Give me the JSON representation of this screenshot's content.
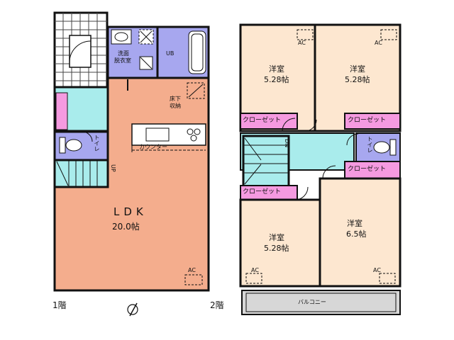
{
  "floor1": {
    "label": "1階",
    "ldk_name": "LDK",
    "ldk_size": "20.0帖",
    "washroom_label_line1": "洗面",
    "washroom_label_line2": "脱衣室",
    "bath_label": "UB",
    "storage_label_line1": "床下",
    "storage_label_line2": "収納",
    "counter_label": "カウンター",
    "toilet_label": "トイレ",
    "stairs_label": "UP",
    "ac_label": "AC"
  },
  "floor2": {
    "label": "2階",
    "room_tl_name": "洋室",
    "room_tl_size": "5.28帖",
    "room_tr_name": "洋室",
    "room_tr_size": "5.28帖",
    "room_bl_name": "洋室",
    "room_bl_size": "5.28帖",
    "room_br_name": "洋室",
    "room_br_size": "6.5帖",
    "closet_label": "クローゼット",
    "toilet_label": "トイレ",
    "stairs_label": "DN",
    "balcony_label": "バルコニー",
    "ac_label": "AC"
  },
  "colors": {
    "ldk": "#f4ad8d",
    "bedroom": "#fde7d0",
    "hall": "#a9ecec",
    "bath": "#a7a7ef",
    "closet": "#f59ae0",
    "balcony": "#d7d7d7",
    "wall": "#111111"
  },
  "icons": [
    "north-arrow-icon",
    "washbasin-icon",
    "toilet-icon",
    "bathtub-icon",
    "stove-icon",
    "sink-icon",
    "door-swing-icon"
  ]
}
